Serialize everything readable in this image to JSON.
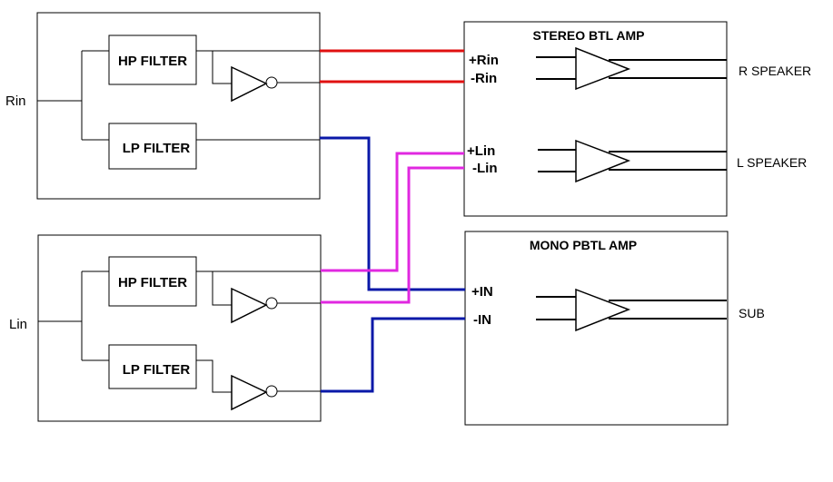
{
  "input_r_label": "Rin",
  "input_l_label": "Lin",
  "filters": {
    "r_hp": "HP FILTER",
    "r_lp": "LP FILTER",
    "l_hp": "HP FILTER",
    "l_lp": "LP FILTER"
  },
  "stereo_amp": {
    "title": "STEREO BTL AMP",
    "in_pos_r": "+Rin",
    "in_neg_r": "-Rin",
    "in_pos_l": "+Lin",
    "in_neg_l": "-Lin"
  },
  "mono_amp": {
    "title": "MONO PBTL AMP",
    "in_pos": "+IN",
    "in_neg": "-IN"
  },
  "outputs": {
    "r_speaker": "R SPEAKER",
    "l_speaker": "L SPEAKER",
    "sub": "SUB"
  },
  "wire_colors": {
    "r_hp_signal": "#e01010",
    "lp_signal": "#0a18a8",
    "l_hp_signal": "#e028e0"
  }
}
